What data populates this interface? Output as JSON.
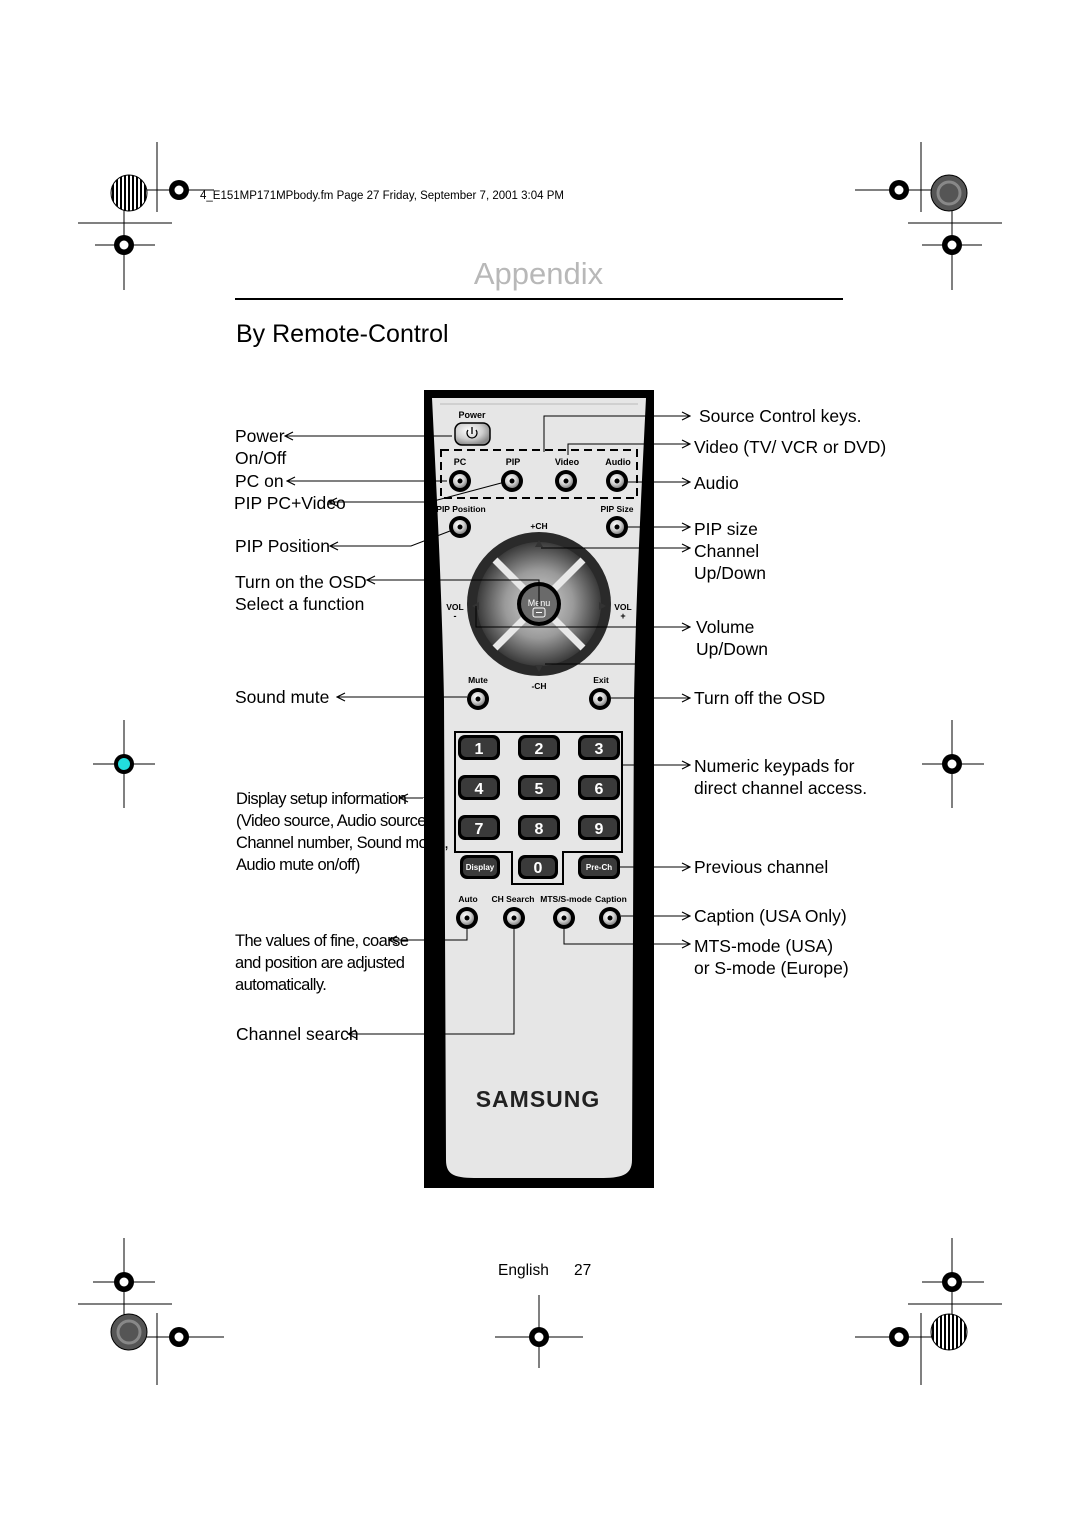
{
  "header": {
    "file_line": "4_E151MP171MPbody.fm  Page 27  Friday, September 7, 2001  3:04 PM"
  },
  "page": {
    "chapter_title": "Appendix",
    "section_title": "By Remote-Control"
  },
  "labels_left": {
    "power": "Power",
    "power_onoff": "On/Off",
    "pc_on": "PC on",
    "pip_pc_video": "PIP PC+Video",
    "pip_position": "PIP Position",
    "turn_on_osd": "Turn on the OSD",
    "select_function": "Select a function",
    "sound_mute": "Sound  mute",
    "display_info": [
      "Display setup information",
      "(Video source, Audio source,",
      "Channel number, Sound mode,",
      "Audio mute on/off)"
    ],
    "auto_adjust": [
      "The values of fine, coarse",
      "and position are adjusted",
      "automatically."
    ],
    "channel_search": "Channel search"
  },
  "labels_right": {
    "source_keys": "Source Control keys.",
    "video_source": "Video (TV/ VCR or DVD)",
    "audio": "Audio",
    "pip_size": "PIP size",
    "channel": "Channel",
    "channel_updown": "Up/Down",
    "volume": "Volume",
    "volume_updown": "Up/Down",
    "turn_off_osd": "Turn off the OSD",
    "numeric_keypads": "Numeric keypads for",
    "numeric_keypads_2": "direct channel access.",
    "previous_channel": "Previous channel",
    "caption": "Caption (USA Only)",
    "mts_mode": "MTS-mode (USA)",
    "s_mode": "or S-mode (Europe)"
  },
  "remote": {
    "power": "Power",
    "pc": "PC",
    "pip": "PIP",
    "video": "Video",
    "audio": "Audio",
    "pip_position": "PIP Position",
    "pip_size": "PIP Size",
    "ch_plus": "+CH",
    "ch_minus": "-CH",
    "vol": "VOL",
    "vol_minus": "-",
    "vol_plus": "+",
    "menu": "Menu",
    "mute": "Mute",
    "exit": "Exit",
    "digits": [
      "1",
      "2",
      "3",
      "4",
      "5",
      "6",
      "7",
      "8",
      "9"
    ],
    "display": "Display",
    "zero": "0",
    "pre_ch": "Pre-Ch",
    "auto": "Auto",
    "ch_search": "CH Search",
    "mts_smode": "MTS/S-mode",
    "caption": "Caption",
    "brand": "SAMSUNG"
  },
  "footer": {
    "language": "English",
    "page_number": "27"
  },
  "colors": {
    "chapter_title": "#b8b8b8",
    "remote_body": "#e6e6e6",
    "remote_frame": "#000000",
    "registration_mark_cyan": "#22dddd"
  }
}
